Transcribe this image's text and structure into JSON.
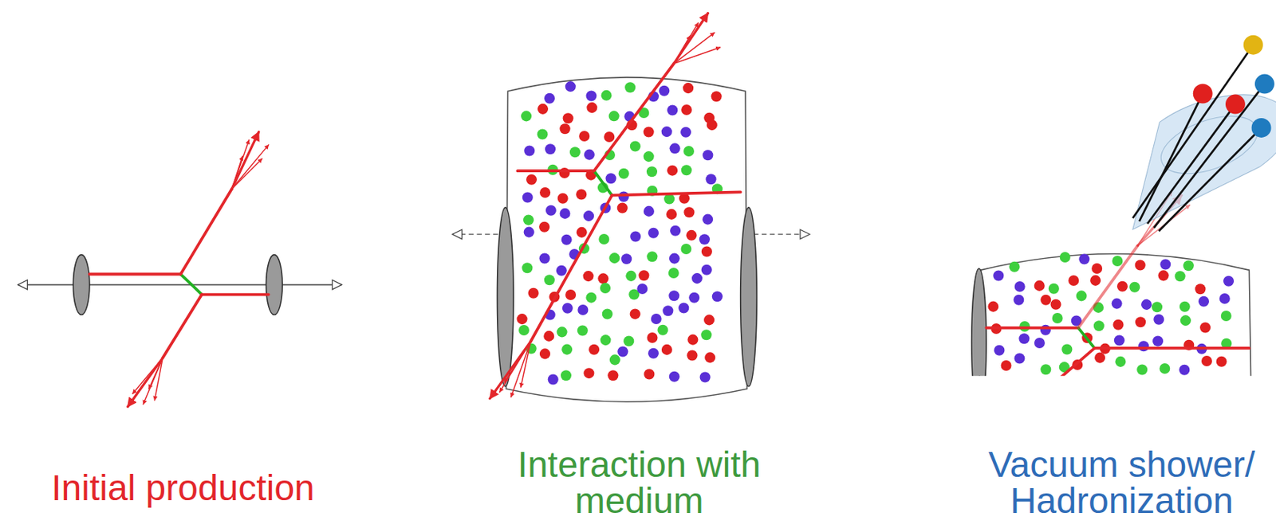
{
  "diagram": {
    "labels": [
      "Initial production",
      "Interaction with medium",
      "Vacuum shower/ Hadronization"
    ]
  }
}
